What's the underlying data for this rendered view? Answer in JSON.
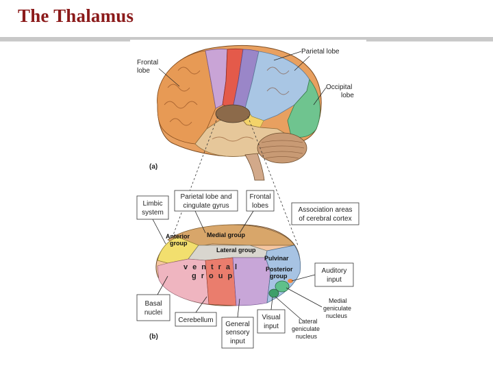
{
  "slide": {
    "title": "The Thalamus"
  },
  "figure": {
    "panel_a": {
      "tag": "(a)",
      "labels": {
        "frontal_lobe": [
          "Frontal",
          "lobe"
        ],
        "parietal_lobe": "Parietal lobe",
        "occipital_lobe": [
          "Occipital",
          "lobe"
        ]
      }
    },
    "panel_b": {
      "tag": "(b)",
      "boxes": {
        "limbic_system": [
          "Limbic",
          "system"
        ],
        "parietal_cingulate": [
          "Parietal lobe and",
          "cingulate gyrus"
        ],
        "frontal_lobes": [
          "Frontal",
          "lobes"
        ],
        "association_areas": [
          "Association areas",
          "of cerebral cortex"
        ],
        "auditory_input": [
          "Auditory",
          "input"
        ],
        "basal_nuclei": [
          "Basal",
          "nuclei"
        ],
        "cerebellum": "Cerebellum",
        "general_sensory": [
          "General",
          "sensory",
          "input"
        ],
        "visual_input": [
          "Visual",
          "input"
        ]
      },
      "regions": {
        "anterior_group": [
          "Anterior",
          "group"
        ],
        "medial_group": "Medial group",
        "lateral_group": "Lateral group",
        "pulvinar": "Pulvinar",
        "posterior_group": [
          "Posterior",
          "group"
        ],
        "ventral_group": [
          "ventral",
          "group"
        ]
      },
      "nuclei": {
        "medial_geniculate": [
          "Medial",
          "geniculate",
          "nucleus"
        ],
        "lateral_geniculate": [
          "Lateral",
          "geniculate",
          "nucleus"
        ]
      }
    }
  }
}
